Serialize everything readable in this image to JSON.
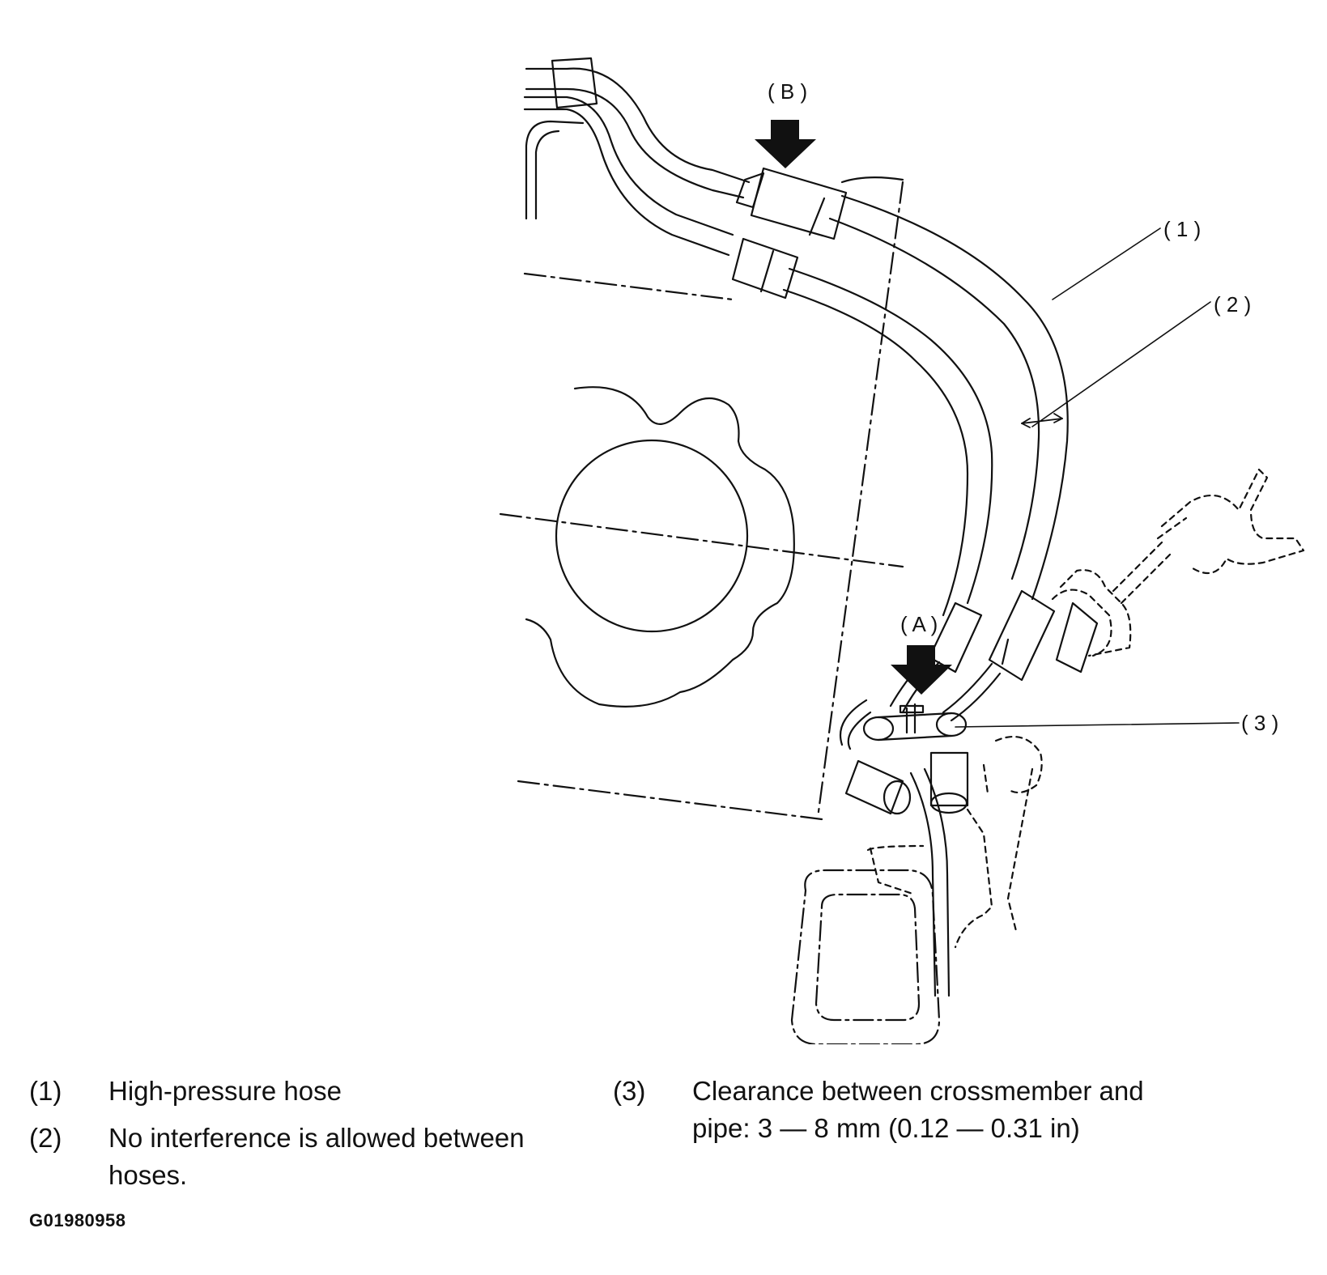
{
  "callouts": {
    "a": "( A )",
    "b": "( B )",
    "c1": "( 1 )",
    "c2": "( 2 )",
    "c3": "( 3 )"
  },
  "legend": [
    {
      "num": "(1)",
      "text": "High-pressure hose"
    },
    {
      "num": "(2)",
      "text": "No interference is allowed between hoses."
    },
    {
      "num": "(3)",
      "text": "Clearance between crossmember and pipe: 3 — 8 mm (0.12 — 0.31 in)"
    }
  ],
  "figure_id": "G01980958",
  "colors": {
    "ink": "#111111",
    "background": "#ffffff"
  }
}
